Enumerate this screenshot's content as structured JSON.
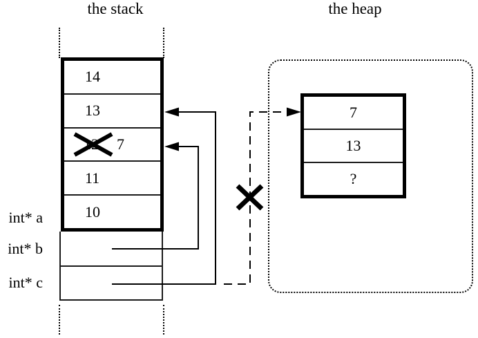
{
  "colors": {
    "ink": "#000000",
    "background": "#ffffff"
  },
  "stack": {
    "title": "the stack",
    "cells": [
      {
        "value": "14"
      },
      {
        "value": "13"
      },
      {
        "old_value": "12",
        "new_value": "7",
        "crossed_out": true
      },
      {
        "value": "11"
      },
      {
        "value": "10"
      }
    ]
  },
  "variables": [
    {
      "name": "int* a"
    },
    {
      "name": "int* b"
    },
    {
      "name": "int* c"
    }
  ],
  "heap": {
    "title": "the heap",
    "cells": [
      {
        "value": "7"
      },
      {
        "value": "13"
      },
      {
        "value": "?"
      }
    ]
  },
  "icons": {
    "crossout": "x-mark",
    "dangling_pointer": "x-mark",
    "stack_pointer_arrows": "left-arrowhead",
    "heap_pointer_arrow": "right-arrowhead"
  }
}
